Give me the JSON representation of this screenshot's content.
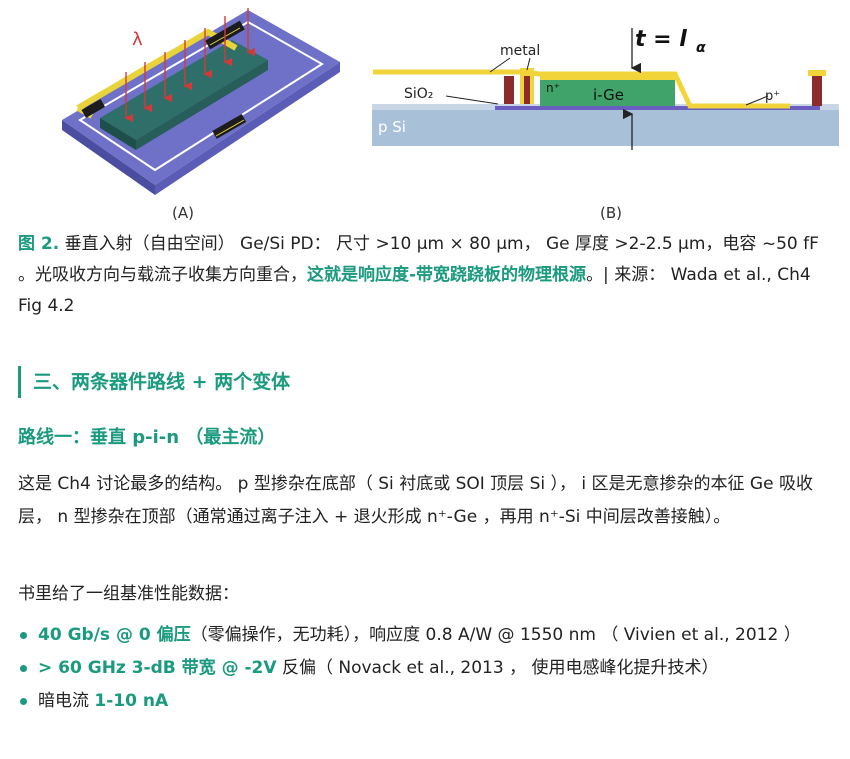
{
  "figure": {
    "left": {
      "lambda_label": "λ",
      "panel_label": "(A)"
    },
    "right": {
      "equation": "t = l",
      "equation_sub": "α",
      "metal_label": "metal",
      "n_label": "n⁺",
      "ige_label": "i-Ge",
      "sio2_label": "SiO₂",
      "p_label": "p⁺",
      "psi_label": "p Si",
      "panel_label": "(B)"
    }
  },
  "caption": {
    "fig_label": "图 2.",
    "text_part1": " 垂直入射（自由空间） Ge/Si PD： 尺寸 >10 μm × 80 μm， Ge 厚度 >2-2.5 μm，电容 ~50 fF 。光吸收方向与载流子收集方向重合，",
    "highlight": "这就是响应度-带宽跷跷板的物理根源",
    "text_part2": "。| 来源： Wada et al., Ch4 Fig 4.2"
  },
  "section": {
    "heading": "三、两条器件路线 + 两个变体"
  },
  "route1": {
    "heading": "路线一：垂直 p-i-n （最主流）",
    "paragraph": "这是 Ch4 讨论最多的结构。 p 型掺杂在底部（ Si 衬底或 SOI 顶层 Si ）， i 区是无意掺杂的本征 Ge 吸收层， n 型掺杂在顶部（通常通过离子注入 + 退火形成 n⁺-Ge ，再用 n⁺-Si 中间层改善接触）。",
    "intro": "书里给了一组基准性能数据："
  },
  "bullets": [
    {
      "bold": "40 Gb/s @ 0 偏压",
      "text": "（零偏操作，无功耗），响应度 0.8 A/W @ 1550 nm （ Vivien et al., 2012 ）"
    },
    {
      "bold": "> 60 GHz 3-dB 带宽 @ -2V",
      "text": " 反偏（ Novack et al., 2013 ， 使用电感峰化提升技术）"
    },
    {
      "prefix": "暗电流 ",
      "bold": "1-10 nA",
      "text": ""
    }
  ]
}
